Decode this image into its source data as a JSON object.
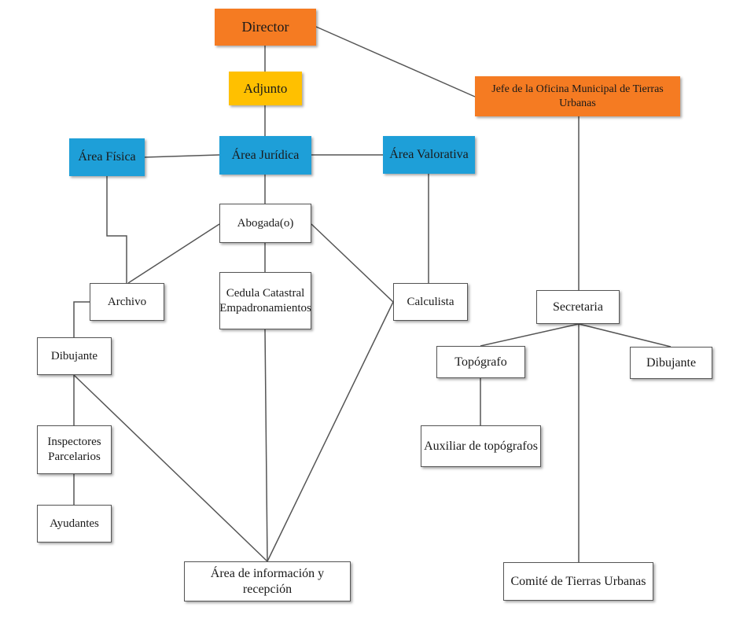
{
  "colors": {
    "orange": "#f57b22",
    "yellow": "#ffc000",
    "blue": "#1e9fd8",
    "line": "#555555"
  },
  "nodes": {
    "director": "Director",
    "adjunto": "Adjunto",
    "jefe_oficina": "Jefe de la Oficina Municipal de Tierras Urbanas",
    "area_fisica": "Área Física",
    "area_juridica": "Área Jurídica",
    "area_valorativa": "Área Valorativa",
    "abogado": "Abogada(o)",
    "archivo": "Archivo",
    "cedula": "Cedula Catastral\nEmpadronamientos",
    "calculista": "Calculista",
    "dibujante_izq": "Dibujante",
    "inspectores": "Inspectores\nParcelarios",
    "ayudantes": "Ayudantes",
    "area_informacion": "Área de información y recepción",
    "secretaria": "Secretaria",
    "topografo": "Topógrafo",
    "dibujante_der": "Dibujante",
    "auxiliar": "Auxiliar de topógrafos",
    "comite": "Comité de Tierras Urbanas"
  }
}
